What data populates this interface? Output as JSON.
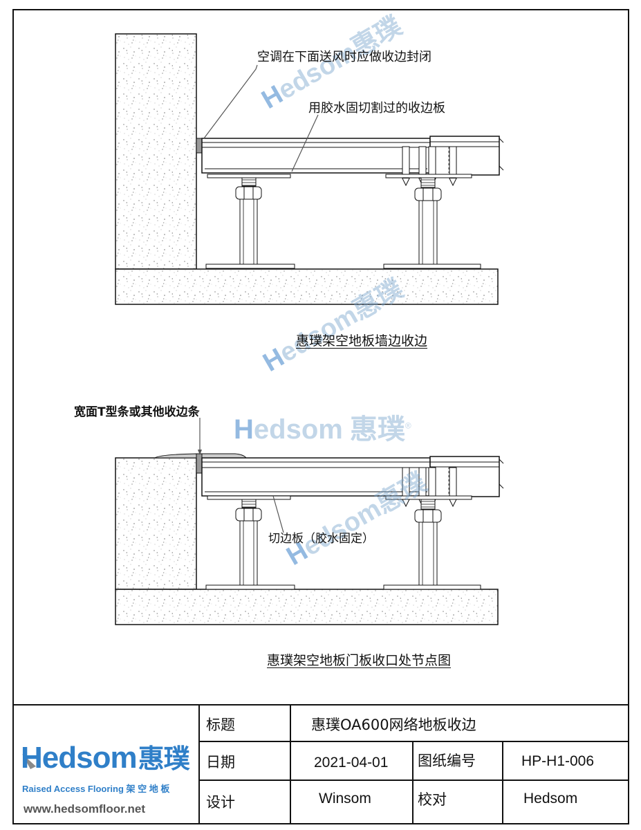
{
  "detail1": {
    "note_top": "空调在下面送风时应做收边封闭",
    "note_glue": "用胶水固切割过的收边板",
    "caption": "惠璞架空地板墙边收边"
  },
  "detail2": {
    "note_trim": "宽面T型条或其他收边条",
    "note_cut": "切边板（胶水固定）",
    "caption": "惠璞架空地板门板收口处节点图"
  },
  "watermark": {
    "brand_h": "H",
    "brand_rest": "edsom",
    "brand_cn": "惠璞",
    "registered": "®"
  },
  "title_block": {
    "logo": {
      "h": "H",
      "rest": "edsom",
      "cn": "惠璞"
    },
    "tagline": "Raised Access Flooring 架 空 地 板",
    "website": "www.hedsomfloor.net",
    "title_label": "标题",
    "title_value": "惠璞OA600网络地板收边",
    "date_label": "日期",
    "date_value": "2021-04-01",
    "drawing_no_label": "图纸编号",
    "drawing_no_value": "HP-H1-006",
    "designer_label": "设计",
    "designer_value": "Winsom",
    "checker_label": "校对",
    "checker_value": "Hedsom"
  },
  "colors": {
    "line": "#111111",
    "watermark": "#8fb3d6",
    "logo_blue": "#2f7fc8",
    "logo_grey": "#8a8a8a"
  }
}
